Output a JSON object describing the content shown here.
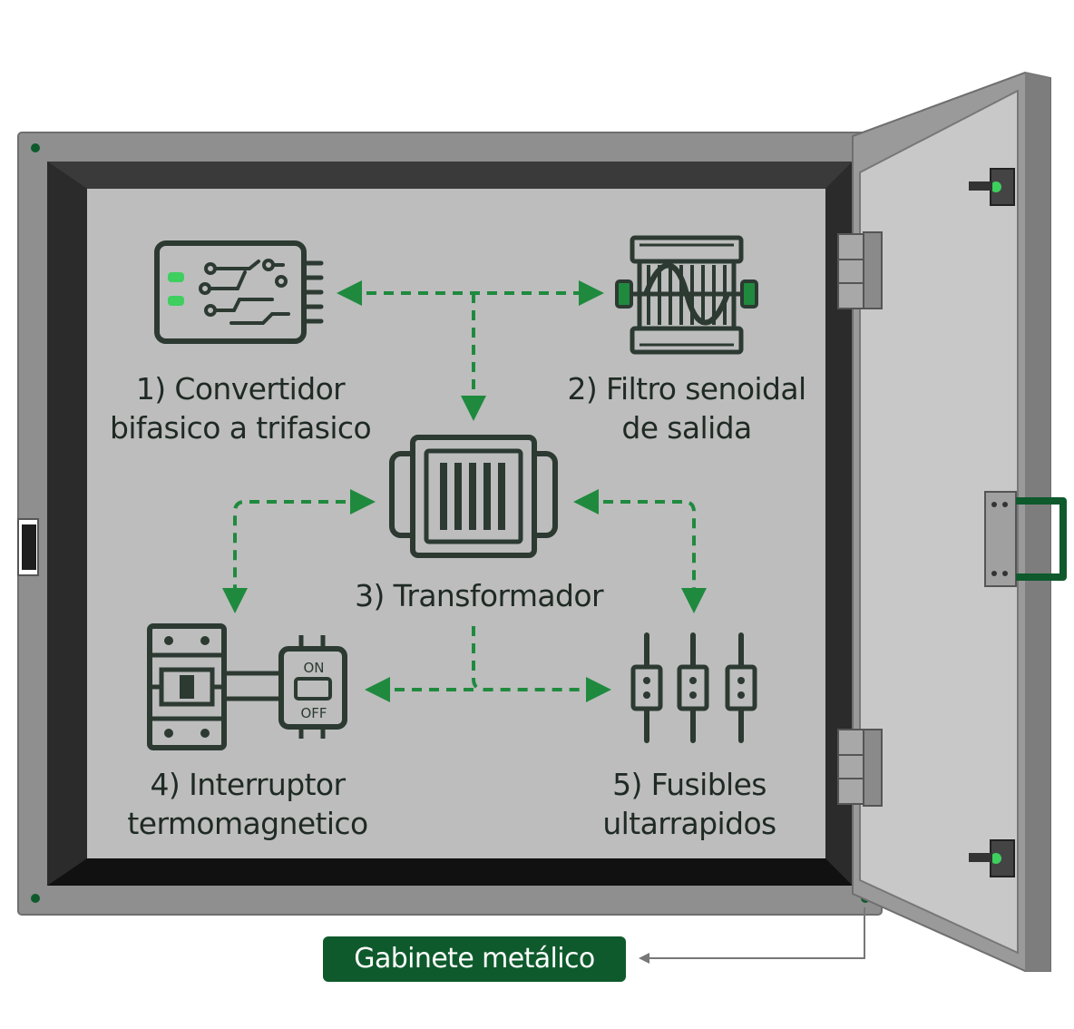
{
  "diagram": {
    "components": [
      {
        "id": "converter",
        "label_line1": "1) Convertidor",
        "label_line2": "bifasico a trifasico",
        "icon": "circuit-board-icon"
      },
      {
        "id": "filter",
        "label_line1": "2) Filtro senoidal",
        "label_line2": "de salida",
        "icon": "sine-filter-icon"
      },
      {
        "id": "transformer",
        "label_line1": "3) Transformador",
        "label_line2": "",
        "icon": "transformer-icon"
      },
      {
        "id": "breaker",
        "label_line1": "4) Interruptor",
        "label_line2": "termomagnetico",
        "icon": "breaker-switch-icon",
        "switch_on": "ON",
        "switch_off": "OFF"
      },
      {
        "id": "fuses",
        "label_line1": "5) Fusibles",
        "label_line2": "ultarrapidos",
        "icon": "fuses-icon"
      }
    ],
    "enclosure_label": "Gabinete metálico",
    "colors": {
      "accent": "#0e5a2c",
      "arrow": "#1f8a3e",
      "led": "#3ecf5f",
      "cabinet": "#8c8c8c",
      "panel": "#bdbdbd",
      "frame_dark": "#222222",
      "icon_fill": "#2c3a32"
    }
  }
}
